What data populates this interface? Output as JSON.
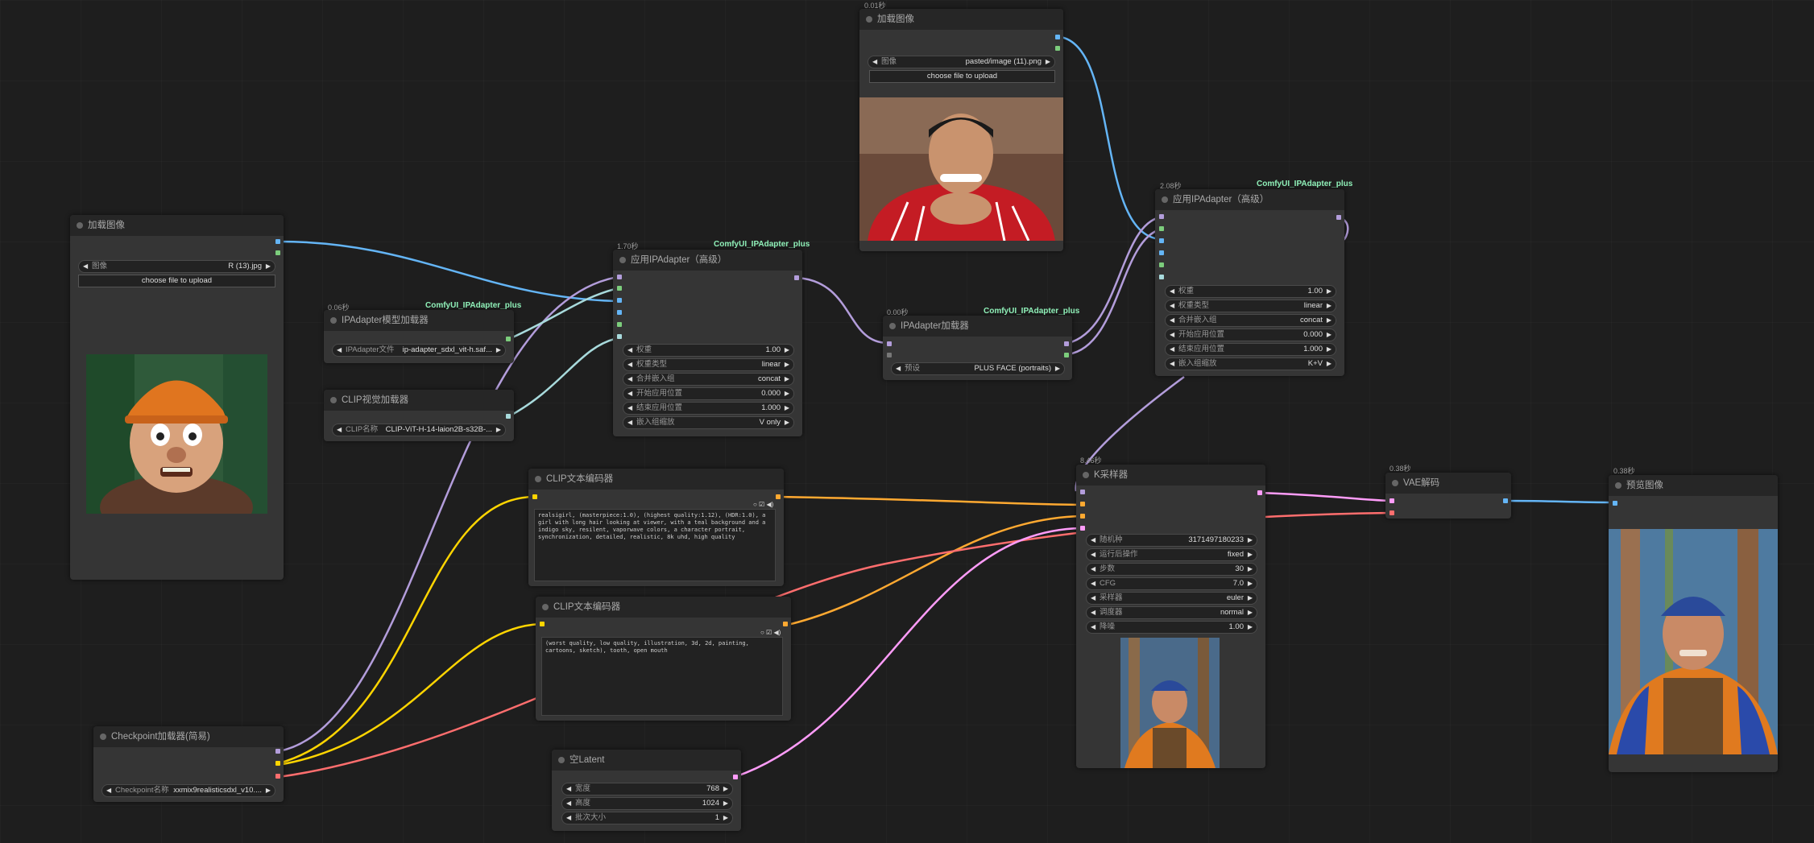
{
  "colors": {
    "image": "#64b5f6",
    "model": "#b39ddb",
    "clip": "#ffd500",
    "cond": "#ffa931",
    "vae": "#ff6e6e",
    "latent": "#ff9cf9",
    "ipadapter": "#7f7fff",
    "clipvision": "#a8dadc",
    "green": "#7ccd7c",
    "bg": "#1e1e1e",
    "tag": "#8ff0b8"
  },
  "load1": {
    "title": "加载图像",
    "image_label": "图像",
    "image_value": "R (13).jpg",
    "upload": "choose file to upload",
    "pic": "cartoon-bear-hardhat-man"
  },
  "load2": {
    "badge": "0.01秒",
    "title": "加载图像",
    "image_label": "图像",
    "image_value": "pasted/image (11).png",
    "upload": "choose file to upload",
    "pic": "smiling-man-red-jersey"
  },
  "ipmodel": {
    "badge": "0.06秒",
    "tag": "ComfyUI_IPAdapter_plus",
    "title": "IPAdapter模型加载器",
    "file_label": "IPAdapter文件",
    "file_value": "ip-adapter_sdxl_vit-h.saf..."
  },
  "clipvision": {
    "title": "CLIP视觉加载器",
    "name_label": "CLIP名称",
    "name_value": "CLIP-ViT-H-14-laion2B-s32B-..."
  },
  "apply1": {
    "badge": "1.70秒",
    "tag": "ComfyUI_IPAdapter_plus",
    "title": "应用IPAdapter（高级）",
    "rows": [
      {
        "label": "权重",
        "value": "1.00"
      },
      {
        "label": "权重类型",
        "value": "linear"
      },
      {
        "label": "合并嵌入组",
        "value": "concat"
      },
      {
        "label": "开始应用位置",
        "value": "0.000"
      },
      {
        "label": "结束应用位置",
        "value": "1.000"
      },
      {
        "label": "嵌入组缩放",
        "value": "V only"
      }
    ]
  },
  "iploader": {
    "badge": "0.00秒",
    "tag": "ComfyUI_IPAdapter_plus",
    "title": "IPAdapter加载器",
    "preset_label": "预设",
    "preset_value": "PLUS FACE (portraits)"
  },
  "apply2": {
    "badge": "2.08秒",
    "tag": "ComfyUI_IPAdapter_plus",
    "title": "应用IPAdapter（高级）",
    "rows": [
      {
        "label": "权重",
        "value": "1.00"
      },
      {
        "label": "权重类型",
        "value": "linear"
      },
      {
        "label": "合并嵌入组",
        "value": "concat"
      },
      {
        "label": "开始应用位置",
        "value": "0.000"
      },
      {
        "label": "结束应用位置",
        "value": "1.000"
      },
      {
        "label": "嵌入组缩放",
        "value": "K+V"
      }
    ]
  },
  "clip_pos": {
    "title": "CLIP文本编码器",
    "text": "realsigirl, (masterpiece:1.0), (highest quality:1.12), (HDR:1.0), a girl with long hair looking at viewer, with a teal background and a indigo sky, resilent, vaporwave colors, a character portrait, synchronization, detailed, realistic, 8k uhd, high quality"
  },
  "clip_neg": {
    "title": "CLIP文本编码器",
    "text": "(worst quality, low quality, illustration, 3d, 2d, painting, cartoons, sketch), tooth, open mouth"
  },
  "checkpoint": {
    "title": "Checkpoint加载器(简易)",
    "label": "Checkpoint名称",
    "value": "xxmix9realisticsdxl_v10...."
  },
  "latent": {
    "title": "空Latent",
    "rows": [
      {
        "label": "宽度",
        "value": "768"
      },
      {
        "label": "高度",
        "value": "1024"
      },
      {
        "label": "批次大小",
        "value": "1"
      }
    ]
  },
  "ksampler": {
    "badge": "8.46秒",
    "title": "K采样器",
    "rows": [
      {
        "label": "随机种",
        "value": "3171497180233"
      },
      {
        "label": "运行后操作",
        "value": "fixed"
      },
      {
        "label": "步数",
        "value": "30"
      },
      {
        "label": "CFG",
        "value": "7.0"
      },
      {
        "label": "采样器",
        "value": "euler"
      },
      {
        "label": "调度器",
        "value": "normal"
      },
      {
        "label": "降噪",
        "value": "1.00"
      }
    ],
    "pic": "generated-preview-thumbnail"
  },
  "vae": {
    "badge": "0.38秒",
    "title": "VAE解码"
  },
  "preview": {
    "badge": "0.38秒",
    "title": "预览图像",
    "pic": "generated-man-forest"
  }
}
